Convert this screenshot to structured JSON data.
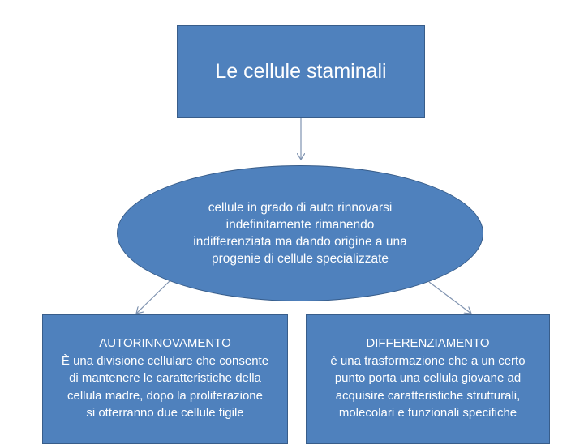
{
  "diagram": {
    "title": "Le cellule staminali",
    "definition": {
      "lines": [
        "cellule in grado di auto rinnovarsi",
        "indefinitamente rimanendo",
        "indifferenziata ma dando origine a una",
        "progenie di cellule specializzate"
      ]
    },
    "branches": [
      {
        "heading": "AUTORINNOVAMENTO",
        "lines": [
          "È una divisione cellulare che consente",
          "di mantenere le caratteristiche della",
          "cellula madre, dopo la proliferazione",
          "si otterranno due cellule figile"
        ]
      },
      {
        "heading": "DIFFERENZIAMENTO",
        "lines": [
          "è una trasformazione che a un certo",
          "punto porta una cellula giovane ad",
          "acquisire caratteristiche strutturali,",
          "molecolari e funzionali specifiche"
        ]
      }
    ],
    "colors": {
      "fill": "#4f81bd",
      "border": "#385d8a",
      "text": "#ffffff",
      "connector": "#7f93b0"
    }
  }
}
